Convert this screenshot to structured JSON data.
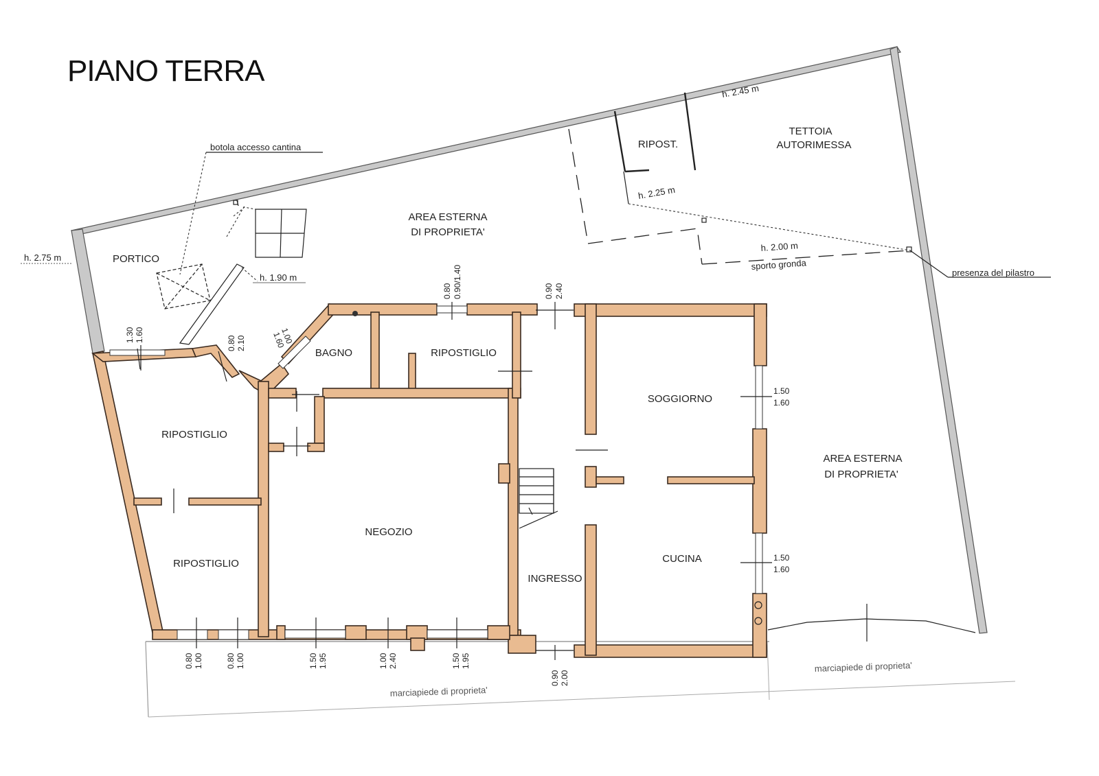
{
  "title": "PIANO TERRA",
  "rooms": {
    "portico": "PORTICO",
    "area_esterna_top_1": "AREA ESTERNA",
    "area_esterna_top_2": "DI PROPRIETA'",
    "ripost": "RIPOST.",
    "tettoia_1": "TETTOIA",
    "tettoia_2": "AUTORIMESSA",
    "bagno": "BAGNO",
    "ripostiglio_top": "RIPOSTIGLIO",
    "ripostiglio_left_1": "RIPOSTIGLIO",
    "ripostiglio_left_2": "RIPOSTIGLIO",
    "negozio": "NEGOZIO",
    "ingresso": "INGRESSO",
    "soggiorno": "SOGGIORNO",
    "cucina": "CUCINA",
    "area_esterna_right_1": "AREA ESTERNA",
    "area_esterna_right_2": "DI PROPRIETA'"
  },
  "annotations": {
    "botola": "botola accesso cantina",
    "h_275": "h. 2.75 m",
    "h_190": "h. 1.90 m",
    "h_245": "h. 2.45 m",
    "h_225": "h. 2.25 m",
    "h_200": "h. 2.00 m",
    "sporto": "sporto gronda",
    "pilastro": "presenza del pilastro",
    "marciapiede_left": "marciapiede di proprieta'",
    "marciapiede_right": "marciapiede di proprieta'"
  },
  "dimensions": {
    "d_130": "1.30",
    "d_160a": "1.60",
    "d_080a": "0.80",
    "d_210": "2.10",
    "d_100a": "1.00",
    "d_160b": "1.60",
    "d_080b": "0.80",
    "d_090_140": "0.90/1.40",
    "d_090a": "0.90",
    "d_240a": "2.40",
    "d_150a": "1.50",
    "d_160c": "1.60",
    "d_150b": "1.50",
    "d_160d": "1.60",
    "d_080c": "0.80",
    "d_100b": "1.00",
    "d_080d": "0.80",
    "d_100c": "1.00",
    "d_150c": "1.50",
    "d_195a": "1.95",
    "d_100d": "1.00",
    "d_240b": "2.40",
    "d_150d": "1.50",
    "d_195b": "1.95",
    "d_090b": "0.90",
    "d_200": "2.00"
  }
}
